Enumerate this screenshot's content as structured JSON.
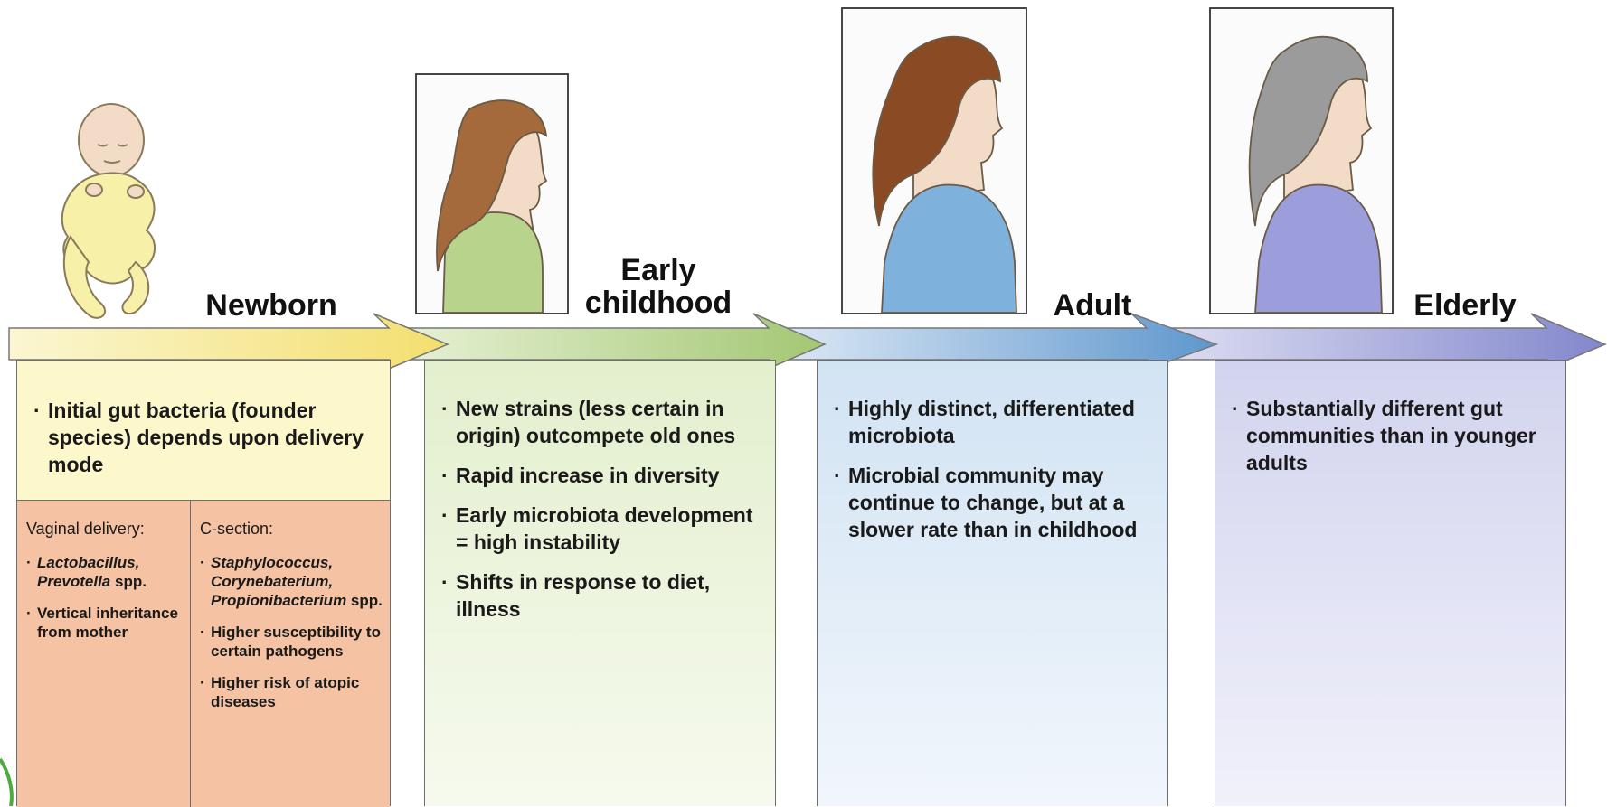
{
  "stages": [
    {
      "id": "newborn",
      "label": "Newborn",
      "bullets": [
        "Initial gut bacteria (founder species) depends upon delivery mode"
      ],
      "delivery": {
        "vaginal": {
          "heading": "Vaginal delivery:",
          "items": [
            [
              {
                "text": "Lactobacillus,",
                "italic": true
              },
              {
                "text": " "
              },
              {
                "text": "Prevotella",
                "italic": true
              },
              {
                "text": " spp."
              }
            ],
            [
              {
                "text": "Vertical inheritance from mother"
              }
            ]
          ]
        },
        "csection": {
          "heading": "C-section:",
          "items": [
            [
              {
                "text": "Staphylococcus, Corynebaterium, Propionibacterium",
                "italic": true
              },
              {
                "text": " spp."
              }
            ],
            [
              {
                "text": "Higher susceptibility to certain pathogens"
              }
            ],
            [
              {
                "text": "Higher risk of atopic diseases"
              }
            ]
          ]
        }
      }
    },
    {
      "id": "early",
      "label_lines": [
        "Early",
        "childhood"
      ],
      "bullets": [
        "New strains (less certain in origin) outcompete old ones",
        "Rapid increase in diversity",
        "Early microbiota development = high instability",
        "Shifts in response to diet, illness"
      ]
    },
    {
      "id": "adult",
      "label": "Adult",
      "bullets": [
        "Highly distinct, differentiated microbiota",
        "Microbial community may continue to change, but at a slower rate than in childhood"
      ]
    },
    {
      "id": "elderly",
      "label": "Elderly",
      "bullets": [
        "Substantially different gut communities than in younger adults"
      ]
    }
  ],
  "colors": {
    "newborn": "#f2e48a",
    "early": "#a7c97a",
    "adult": "#6e9fd0",
    "elderly": "#8a8fcf",
    "csection_fill": "#f5c3a3",
    "outline": "#6e6e6e"
  },
  "icons": [
    "baby-figure",
    "child-profile-figure",
    "adult-profile-figure",
    "elderly-profile-figure"
  ]
}
